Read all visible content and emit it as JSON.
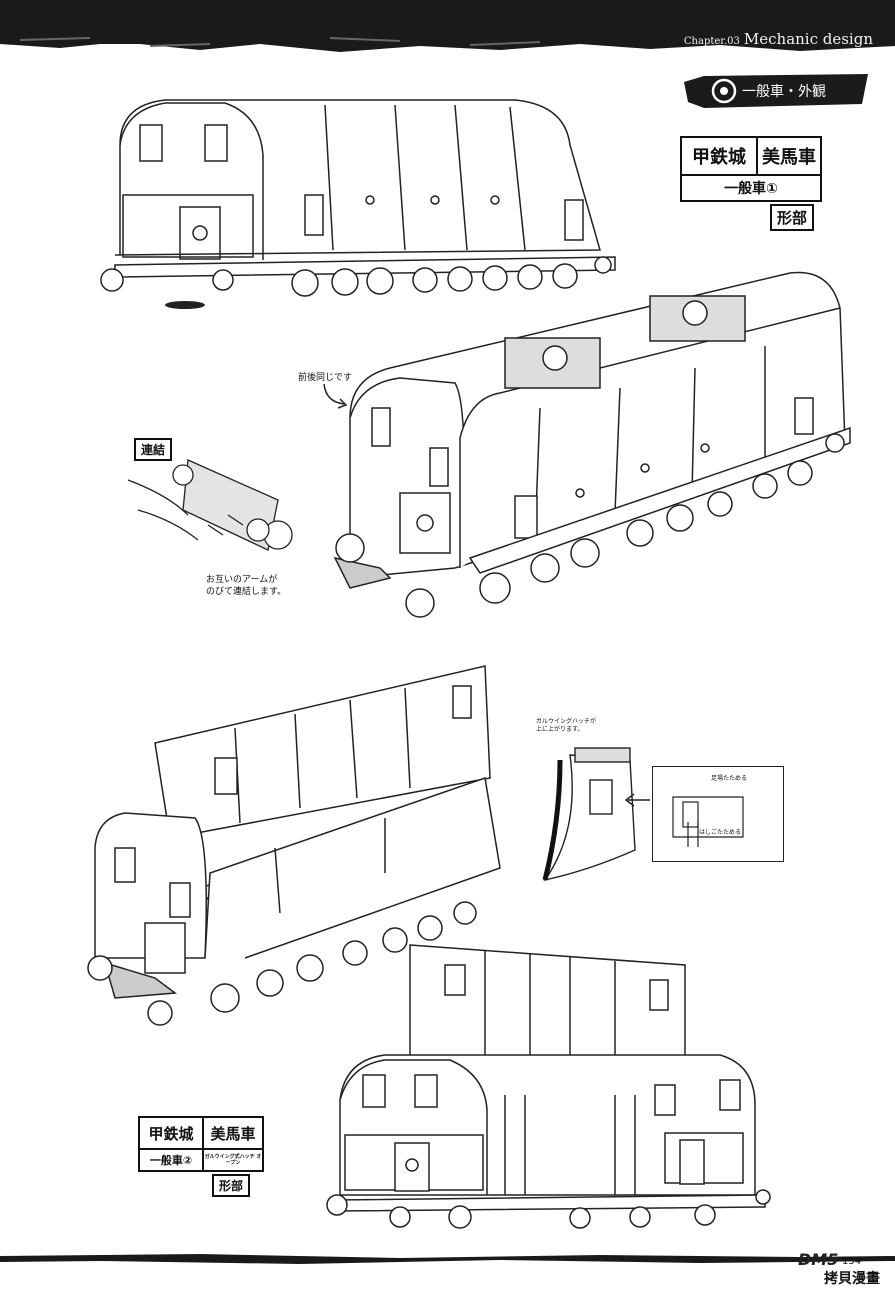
{
  "header": {
    "chapter_small": "Chapter.03",
    "chapter_title": "Mechanic design",
    "section_tag": "一般車・外観"
  },
  "spec_top": {
    "org": "甲鉄城",
    "artist": "美馬車",
    "car": "一般車①",
    "stamp": "形部"
  },
  "spec_bottom": {
    "org": "甲鉄城",
    "artist": "美馬車",
    "car": "一般車②",
    "sub": "ガルウイング式ハッチ オープン",
    "stamp": "形部"
  },
  "annotations": {
    "same_front_back": "前後同じです",
    "coupling": "連結",
    "coupling_note_1": "お互いのアームが",
    "coupling_note_2": "のびて連結します。",
    "gullwing_note_1": "ガルウイングハッチが",
    "gullwing_note_2": "上に上がります。",
    "inset_up": "足場たためる",
    "inset_down": "はしごたためる"
  },
  "footer": {
    "page_number": "154",
    "watermark_1": "DM5",
    "watermark_2": "拷貝漫畫"
  }
}
